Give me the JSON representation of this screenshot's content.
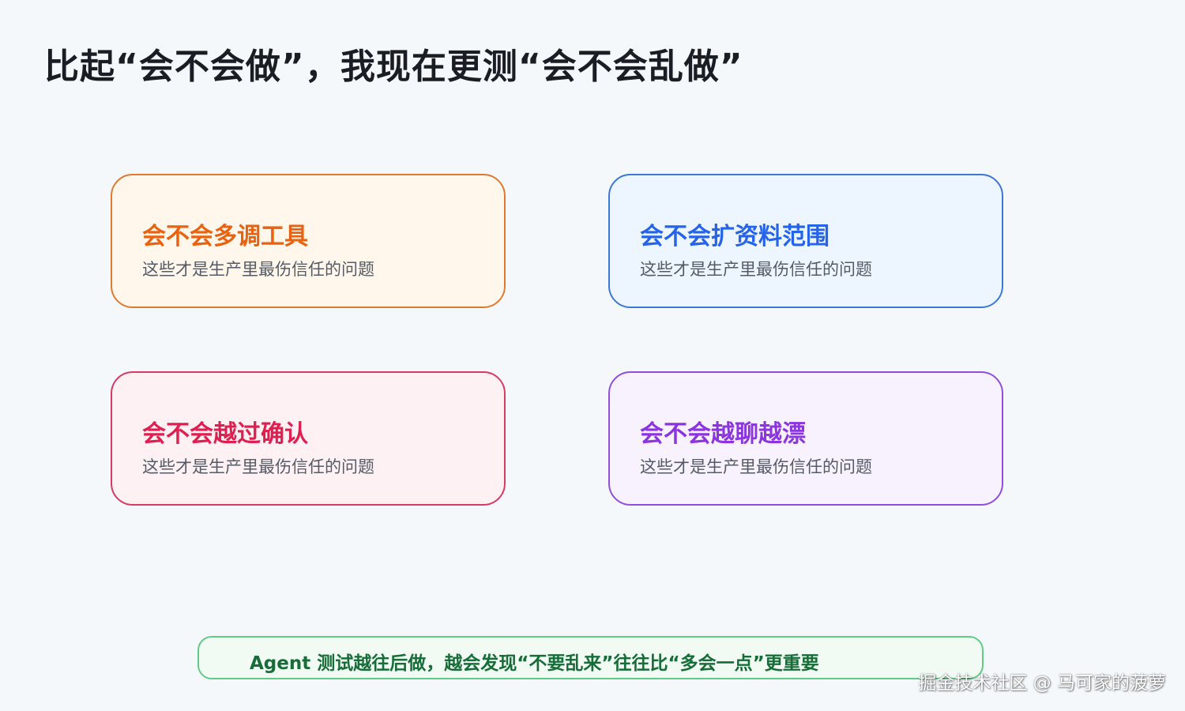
{
  "title": "比起“会不会做”，我现在更测“会不会乱做”",
  "cards": [
    {
      "heading": "会不会多调工具",
      "subtitle": "这些才是生产里最伤信任的问题",
      "accent": "#e8620f",
      "border": "#e07a2e",
      "background": "#fff7ec"
    },
    {
      "heading": "会不会扩资料范围",
      "subtitle": "这些才是生产里最伤信任的问题",
      "accent": "#2563eb",
      "border": "#3b78d8",
      "background": "#edf5fe"
    },
    {
      "heading": "会不会越过确认",
      "subtitle": "这些才是生产里最伤信任的问题",
      "accent": "#de1f4f",
      "border": "#d93a63",
      "background": "#fdf1f4"
    },
    {
      "heading": "会不会越聊越漂",
      "subtitle": "这些才是生产里最伤信任的问题",
      "accent": "#8b34e0",
      "border": "#8f4fdc",
      "background": "#f7f2fd"
    }
  ],
  "banner": {
    "text": "Agent 测试越往后做，越会发现“不要乱来”往往比“多会一点”更重要",
    "color": "#176d38"
  },
  "watermark": "掘金技术社区 @ 马可家的菠萝"
}
